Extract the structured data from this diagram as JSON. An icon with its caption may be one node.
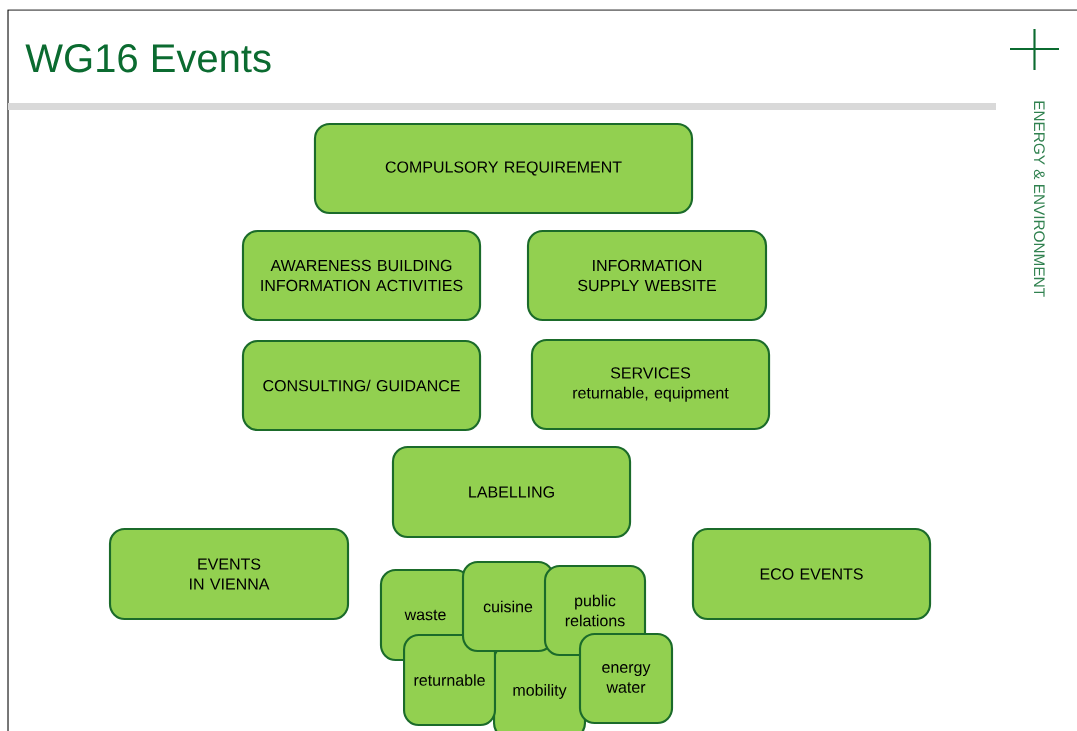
{
  "diagram": {
    "title": "WG16 Events",
    "nodes": [
      {
        "text": [
          "COMPULSORY REQUIREMENT"
        ]
      },
      {
        "text": [
          "AWARENESS BUILDING INFORMATION ACTIVITIES"
        ]
      },
      {
        "text": [
          "INFORMATION SUPPLY WEBSITE"
        ]
      },
      {
        "text": [
          "CONSULTING/ GUIDANCE"
        ]
      },
      {
        "text": [
          "SERVICES",
          "returnable, equipment"
        ]
      },
      {
        "text": [
          "LABELLING"
        ]
      },
      {
        "text": [
          "EVENTS IN VIENNA"
        ]
      },
      {
        "text": [
          "ECO EVENTS"
        ]
      },
      {
        "text": [
          "waste"
        ]
      },
      {
        "text": [
          "cuisine"
        ]
      },
      {
        "text": [
          "public relations"
        ]
      },
      {
        "text": [
          "returnable"
        ]
      },
      {
        "text": [
          "mobility"
        ]
      },
      {
        "text": [
          "energy water"
        ]
      }
    ],
    "labels": [
      "ENERGY & ENVIRONMENT"
    ]
  }
}
